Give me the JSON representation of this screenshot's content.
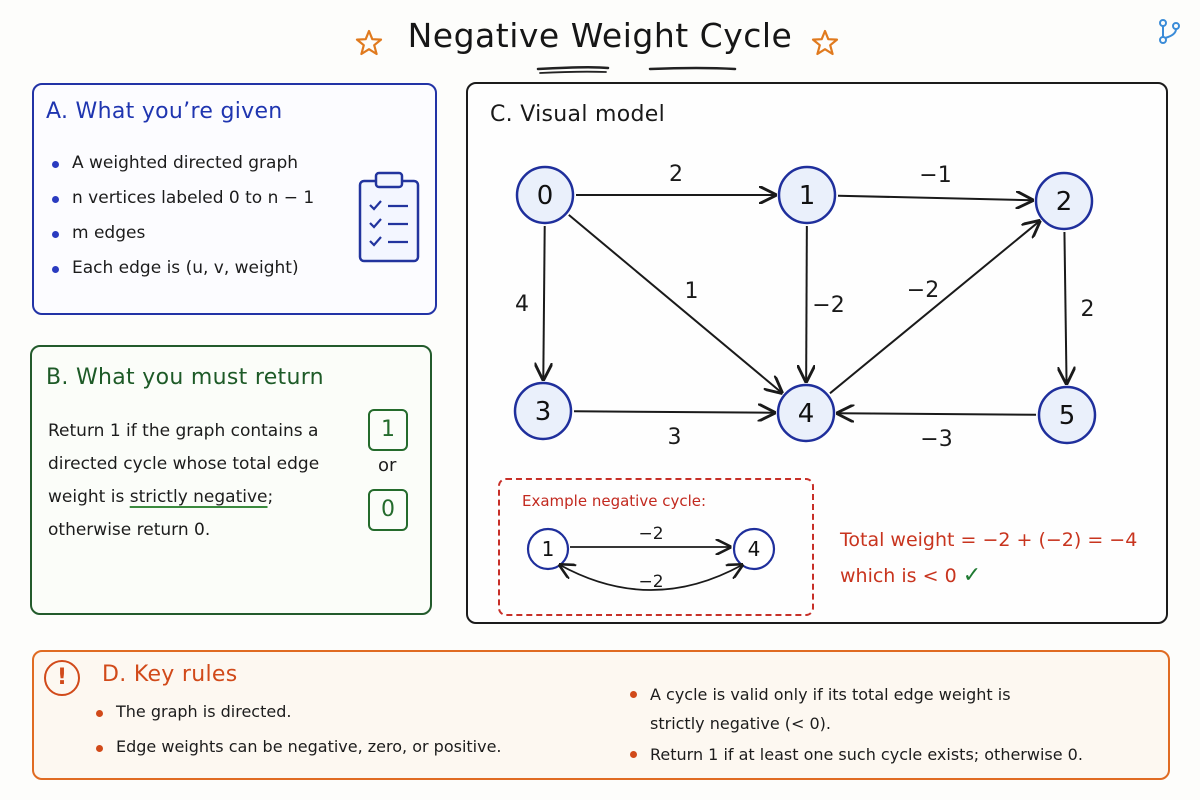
{
  "title": "Negative Weight Cycle",
  "colors": {
    "panel_a": "#2233a6",
    "panel_b": "#235b2c",
    "panel_c": "#1b1b1b",
    "panel_d": "#e06b22",
    "node_stroke": "#1f2f9c",
    "node_fill": "#eaf0fb",
    "example_red": "#c72f28"
  },
  "icons": [
    "star-icon",
    "branch-icon",
    "clipboard-checklist-icon",
    "exclamation-icon",
    "checkmark-icon"
  ],
  "panel_a": {
    "title": "A. What you’re given",
    "items": [
      "A weighted directed graph",
      "n vertices labeled 0 to n − 1",
      "m edges",
      "Each edge is (u, v, weight)"
    ]
  },
  "panel_b": {
    "title": "B. What you must return",
    "text_part1": "Return 1 if the graph contains a directed cycle whose total edge weight is ",
    "text_underlined": "strictly negative",
    "text_part2": "; otherwise return 0.",
    "box_one": "1",
    "or_label": "or",
    "box_zero": "0"
  },
  "panel_c": {
    "title": "C. Visual model",
    "example_title": "Example negative cycle:",
    "total_line1": "Total weight = −2 + (−2) = −4",
    "total_line2": "which is < 0",
    "check_mark": "✓"
  },
  "graph": {
    "nodes": [
      {
        "id": "0",
        "label": "0"
      },
      {
        "id": "1",
        "label": "1"
      },
      {
        "id": "2",
        "label": "2"
      },
      {
        "id": "3",
        "label": "3"
      },
      {
        "id": "4",
        "label": "4"
      },
      {
        "id": "5",
        "label": "5"
      }
    ],
    "edges": [
      {
        "from": "0",
        "to": "1",
        "weight": "2"
      },
      {
        "from": "1",
        "to": "2",
        "weight": "−1"
      },
      {
        "from": "0",
        "to": "3",
        "weight": "4"
      },
      {
        "from": "0",
        "to": "4",
        "weight": "1"
      },
      {
        "from": "1",
        "to": "4",
        "weight": "−2"
      },
      {
        "from": "4",
        "to": "2",
        "weight": "−2"
      },
      {
        "from": "2",
        "to": "5",
        "weight": "2"
      },
      {
        "from": "3",
        "to": "4",
        "weight": "3"
      },
      {
        "from": "5",
        "to": "4",
        "weight": "−3"
      }
    ],
    "example_cycle": {
      "nodes": [
        "1",
        "4"
      ],
      "edges": [
        {
          "from": "1",
          "to": "4",
          "weight": "−2"
        },
        {
          "from": "4",
          "to": "1",
          "weight": "−2"
        }
      ]
    }
  },
  "panel_d": {
    "title": "D. Key rules",
    "icon_text": "!",
    "left_items": [
      "The graph is directed.",
      "Edge weights can be negative, zero, or positive."
    ],
    "right_items": [
      "A cycle is valid only if its total edge weight is strictly negative (< 0).",
      "Return 1 if at least one such cycle exists; otherwise 0."
    ]
  }
}
